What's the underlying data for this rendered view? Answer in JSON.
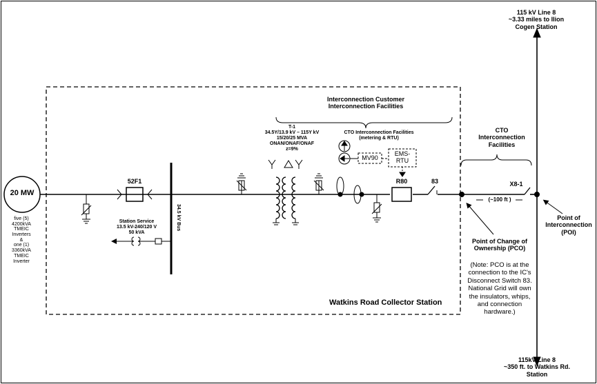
{
  "line_top": {
    "line1": "115 kV Line 8",
    "line2": "~3.33 miles to Ilion",
    "line3": "Cogen Station"
  },
  "line_bottom": {
    "line1": "115kV Line 8",
    "line2": "~350 ft. to Watkins Rd.",
    "line3": "Station"
  },
  "generator": {
    "rating": "20 MW",
    "desc1": "five (5)",
    "desc2": "4200kVA",
    "desc3": "TMEIC",
    "desc4": "Inverters",
    "desc5": "&",
    "desc6": "one (1)",
    "desc7": "3360kVA",
    "desc8": "TMEIC",
    "desc9": "Inverter"
  },
  "breaker_52f1": "52F1",
  "station_service": {
    "line1": "Station Service",
    "line2": "13.5 kV-240/120 V",
    "line3": "50 kVA"
  },
  "bus_label": "34.5 kV Bus",
  "transformer": {
    "line1": "T-1",
    "line2": "34.5Y/13.9 kV – 115Y kV",
    "line3": "15/20/25 MVA",
    "line4": "ONAN/ONAF/ONAF",
    "line5": "z=9%"
  },
  "cto_metering": {
    "line1": "CTO  Interconnection Facilities",
    "line2": "(metering & RTU)"
  },
  "mv90": "MV90",
  "ems_rtu": {
    "line1": "EMS-",
    "line2": "RTU"
  },
  "ic_facilities": {
    "line1": "Interconnection Customer",
    "line2": "Interconnection  Facilities"
  },
  "cto_facilities": {
    "line1": "CTO",
    "line2": "Interconnection",
    "line3": "Facilities"
  },
  "breaker_r80": "R80",
  "switch_83": "83",
  "switch_x81": "X8-1",
  "distance": "(~100 ft )",
  "pco": {
    "line1": "Point of Change of",
    "line2": "Ownership (PCO)"
  },
  "poi": {
    "line1": "Point of",
    "line2": "Interconnection",
    "line3": "(POI)"
  },
  "note": {
    "l1": "(Note: PCO is at the",
    "l2": "connection to the IC's",
    "l3": "Disconnect Switch 83.",
    "l4": "National Grid will own",
    "l5": "the insulators, whips,",
    "l6": "and connection",
    "l7": "hardware.)"
  },
  "station_name": "Watkins Road Collector Station"
}
